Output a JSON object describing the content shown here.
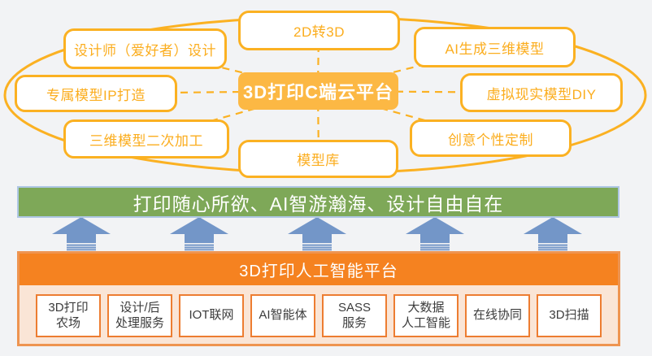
{
  "top_diagram": {
    "center": {
      "label": "3D打印C端云平台"
    },
    "nodes": [
      {
        "id": "designer-design",
        "label": "设计师（爱好者）设计"
      },
      {
        "id": "2d-to-3d",
        "label": "2D转3D"
      },
      {
        "id": "ai-generate-3d-model",
        "label": "AI生成三维模型"
      },
      {
        "id": "exclusive-model-ip",
        "label": "专属模型IP打造"
      },
      {
        "id": "vr-model-diy",
        "label": "虚拟现实模型DIY"
      },
      {
        "id": "model-secondary-processing",
        "label": "三维模型二次加工"
      },
      {
        "id": "model-library",
        "label": "模型库"
      },
      {
        "id": "creative-customization",
        "label": "创意个性定制"
      }
    ]
  },
  "slogan_banner": {
    "text": "打印随心所欲、AI智游瀚海、设计自由自在"
  },
  "platform_banner": {
    "title": "3D打印人工智能平台"
  },
  "services": [
    {
      "label": "3D打印\n农场"
    },
    {
      "label": "设计/后\n处理服务"
    },
    {
      "label": "IOT联网"
    },
    {
      "label": "AI智能体"
    },
    {
      "label": "SASS\n服务"
    },
    {
      "label": "大数据\n人工智能"
    },
    {
      "label": "在线协同"
    },
    {
      "label": "3D扫描"
    }
  ],
  "arrows": {
    "count": 5,
    "direction": "up"
  },
  "colors": {
    "background": "#F2F3F5",
    "node_border": "#FBB122",
    "node_text": "#FBAD1E",
    "center_node_fill": "#FCB844",
    "slogan_green": "#7EA858",
    "slogan_border": "#AEC6E4",
    "arrow_blue": "#7396C8",
    "platform_orange": "#F58220",
    "platform_body_peach": "#FAE5D6",
    "service_border": "#ED7D31",
    "service_text": "#3B3B3B"
  }
}
